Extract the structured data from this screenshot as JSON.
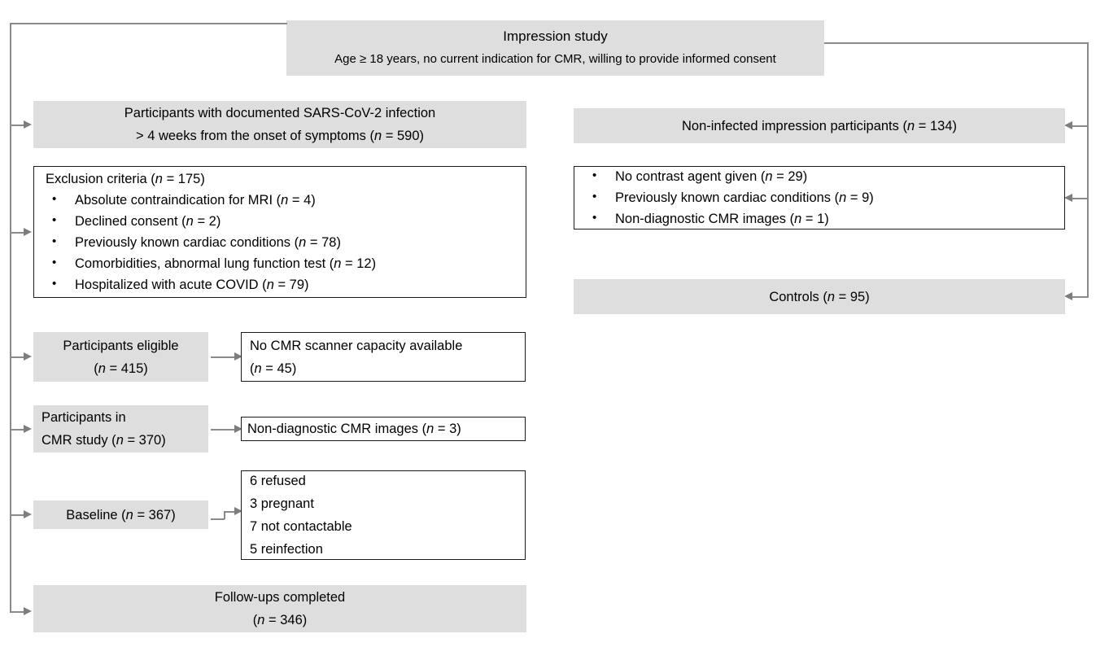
{
  "diagram": {
    "title": "Impression study participant flow diagram",
    "colors": {
      "filled_box_bg": "#dedede",
      "outlined_box_border": "#1a1a1a",
      "connector": "#8a8a8a",
      "text": "#000000"
    }
  },
  "top": {
    "line1": "Impression study",
    "line2": "Age ≥ 18 years, no current indication for CMR, willing to provide informed consent"
  },
  "left_column": {
    "infected": {
      "line1": "Participants with documented SARS-CoV-2 infection",
      "line2_a": "> 4 weeks from the onset of symptoms (",
      "line2_n": "n",
      "line2_b": " = 590)"
    },
    "exclusion": {
      "heading_a": "Exclusion criteria (",
      "heading_n": "n",
      "heading_b": " = 175)",
      "items": [
        {
          "text_a": "Absolute contraindication for MRI (",
          "n": "n",
          "text_b": " = 4)"
        },
        {
          "text_a": "Declined consent (",
          "n": "n",
          "text_b": " = 2)"
        },
        {
          "text_a": "Previously known cardiac conditions (",
          "n": "n",
          "text_b": " = 78)"
        },
        {
          "text_a": "Comorbidities, abnormal lung function test (",
          "n": "n",
          "text_b": " = 12)"
        },
        {
          "text_a": "Hospitalized with acute COVID (",
          "n": "n",
          "text_b": " = 79)"
        }
      ]
    },
    "eligible": {
      "line1": "Participants eligible",
      "line2_a": "(",
      "line2_n": "n",
      "line2_b": " = 415)"
    },
    "no_capacity": {
      "line1": "No CMR scanner capacity available",
      "line2_a": "(",
      "line2_n": "n",
      "line2_b": " = 45)"
    },
    "cmr_study": {
      "line1": "Participants in",
      "line2_a": "CMR study (",
      "line2_n": "n",
      "line2_b": " = 370)"
    },
    "nondiagnostic": {
      "text_a": "Non-diagnostic CMR images (",
      "n": "n",
      "text_b": " = 3)"
    },
    "baseline": {
      "text_a": "Baseline (",
      "n": "n",
      "text_b": " = 367)"
    },
    "dropouts": {
      "items": [
        "6 refused",
        "3 pregnant",
        "7 not contactable",
        "5 reinfection"
      ]
    },
    "followups": {
      "line1": "Follow-ups completed",
      "line2_a": "(",
      "line2_n": "n",
      "line2_b": " = 346)"
    }
  },
  "right_column": {
    "noninfected": {
      "text_a": "Non-infected impression participants (",
      "n": "n",
      "text_b": " = 134)"
    },
    "exclusions": {
      "items": [
        {
          "text_a": "No contrast agent given (",
          "n": "n",
          "text_b": " = 29)"
        },
        {
          "text_a": "Previously known cardiac conditions (",
          "n": "n",
          "text_b": " = 9)"
        },
        {
          "text_a": "Non-diagnostic CMR images (",
          "n": "n",
          "text_b": " = 1)"
        }
      ]
    },
    "controls": {
      "text_a": "Controls (",
      "n": "n",
      "text_b": " = 95)"
    }
  }
}
